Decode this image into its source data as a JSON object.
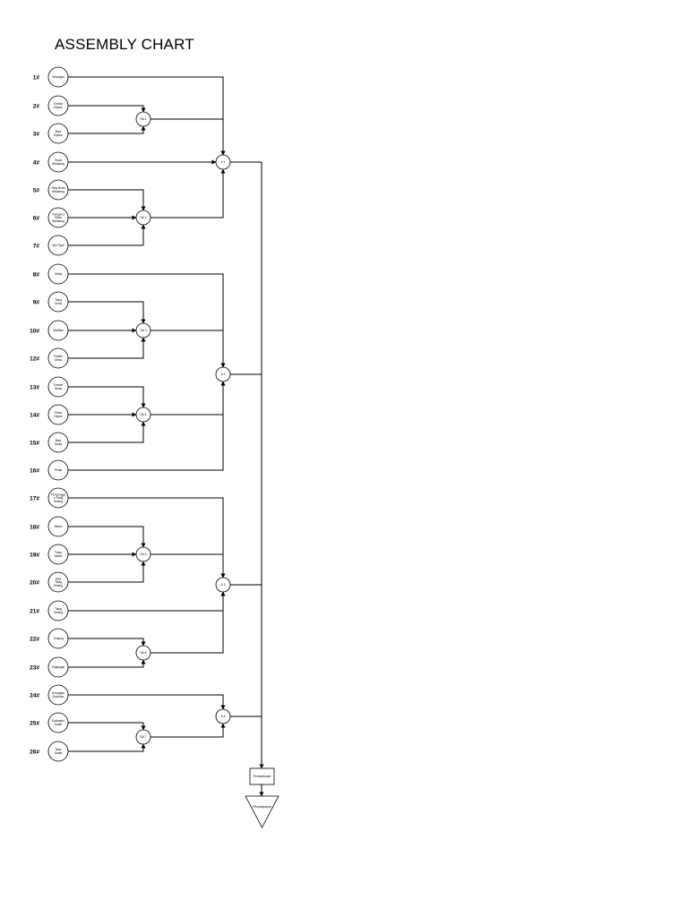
{
  "title": "ASSEMBLY CHART",
  "parts": [
    {
      "id": "1#",
      "label": [
        "Setangka"
      ]
    },
    {
      "id": "2#",
      "label": [
        "Tombol",
        "Kipbun"
      ]
    },
    {
      "id": "3#",
      "label": [
        "Baut",
        "Kipbun"
      ]
    },
    {
      "id": "4#",
      "label": [
        "Roda",
        "Belakang"
      ]
    },
    {
      "id": "5#",
      "label": [
        "Ring Roda",
        "Belakang"
      ]
    },
    {
      "id": "6#",
      "label": [
        "Pengunci",
        "Roda",
        "Belakang"
      ]
    },
    {
      "id": "7#",
      "label": [
        "Mur Type"
      ]
    },
    {
      "id": "8#",
      "label": [
        "Gelas"
      ]
    },
    {
      "id": "9#",
      "label": [
        "Tiang",
        "Gelas"
      ]
    },
    {
      "id": "10#",
      "label": [
        "Gadiben"
      ]
    },
    {
      "id": "12#",
      "label": [
        "Plastik",
        "Gelas"
      ]
    },
    {
      "id": "13#",
      "label": [
        "Tombol",
        "Gelas"
      ]
    },
    {
      "id": "14#",
      "label": [
        "Roda",
        "Depan"
      ]
    },
    {
      "id": "15#",
      "label": [
        "Baut",
        "Gelas"
      ]
    },
    {
      "id": "16#",
      "label": [
        "Pedal"
      ]
    },
    {
      "id": "17#",
      "label": [
        "Penyangga",
        "n Tiang",
        "Setang"
      ]
    },
    {
      "id": "18#",
      "label": [
        "Aksen"
      ]
    },
    {
      "id": "19#",
      "label": [
        "Tutup",
        "Aksen"
      ]
    },
    {
      "id": "20#",
      "label": [
        "Baut",
        "Tiang",
        "Setang"
      ]
    },
    {
      "id": "21#",
      "label": [
        "Tiang",
        "Setang"
      ]
    },
    {
      "id": "22#",
      "label": [
        "Tutupng"
      ]
    },
    {
      "id": "23#",
      "label": [
        "Pegangan"
      ]
    },
    {
      "id": "24#",
      "label": [
        "Kerangka",
        "Dudukan"
      ]
    },
    {
      "id": "25#",
      "label": [
        "Dudukan/",
        "Sadel"
      ]
    },
    {
      "id": "26#",
      "label": [
        "Baut",
        "Sadel"
      ]
    }
  ],
  "subassemblies": [
    {
      "id": "SA-1",
      "label": "SA 1"
    },
    {
      "id": "SA-2",
      "label": "SA 2"
    },
    {
      "id": "SA-3",
      "label": "SA 3"
    },
    {
      "id": "SA-4",
      "label": "SA 4"
    },
    {
      "id": "SA-5",
      "label": "SA 5"
    },
    {
      "id": "SA-6",
      "label": "SA 6"
    },
    {
      "id": "SA-7",
      "label": "SA 7"
    }
  ],
  "assemblies": [
    {
      "id": "A-1",
      "label": "A 1"
    },
    {
      "id": "A-2",
      "label": "A 2"
    },
    {
      "id": "A-3",
      "label": "A 3"
    },
    {
      "id": "A-4",
      "label": "A 4"
    }
  ],
  "inspection": {
    "label": "Pemeriksaan"
  },
  "storage": {
    "label": "Penyimpanan"
  }
}
